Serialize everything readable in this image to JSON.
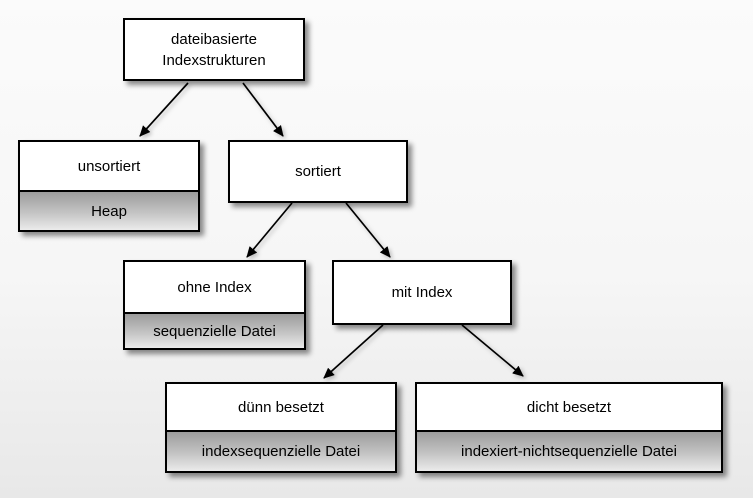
{
  "nodes": {
    "root": {
      "label": "dateibasierte Indexstrukturen"
    },
    "unsortiert": {
      "label": "unsortiert",
      "sublabel": "Heap"
    },
    "sortiert": {
      "label": "sortiert"
    },
    "ohne_index": {
      "label": "ohne Index",
      "sublabel": "sequenzielle Datei"
    },
    "mit_index": {
      "label": "mit Index"
    },
    "duenn_besetzt": {
      "label": "dünn besetzt",
      "sublabel": "indexsequenzielle Datei"
    },
    "dicht_besetzt": {
      "label": "dicht besetzt",
      "sublabel": "indexiert-nichtsequenzielle Datei"
    }
  },
  "edges": [
    {
      "from": "root",
      "to": "unsortiert"
    },
    {
      "from": "root",
      "to": "sortiert"
    },
    {
      "from": "sortiert",
      "to": "ohne_index"
    },
    {
      "from": "sortiert",
      "to": "mit_index"
    },
    {
      "from": "mit_index",
      "to": "duenn_besetzt"
    },
    {
      "from": "mit_index",
      "to": "dicht_besetzt"
    }
  ],
  "colors": {
    "box_border": "#000000",
    "box_fill": "#ffffff",
    "sub_gradient_top": "#9c9c9c",
    "sub_gradient_bottom": "#ebebeb",
    "arrow": "#000000",
    "background": "#f8f8f8"
  }
}
